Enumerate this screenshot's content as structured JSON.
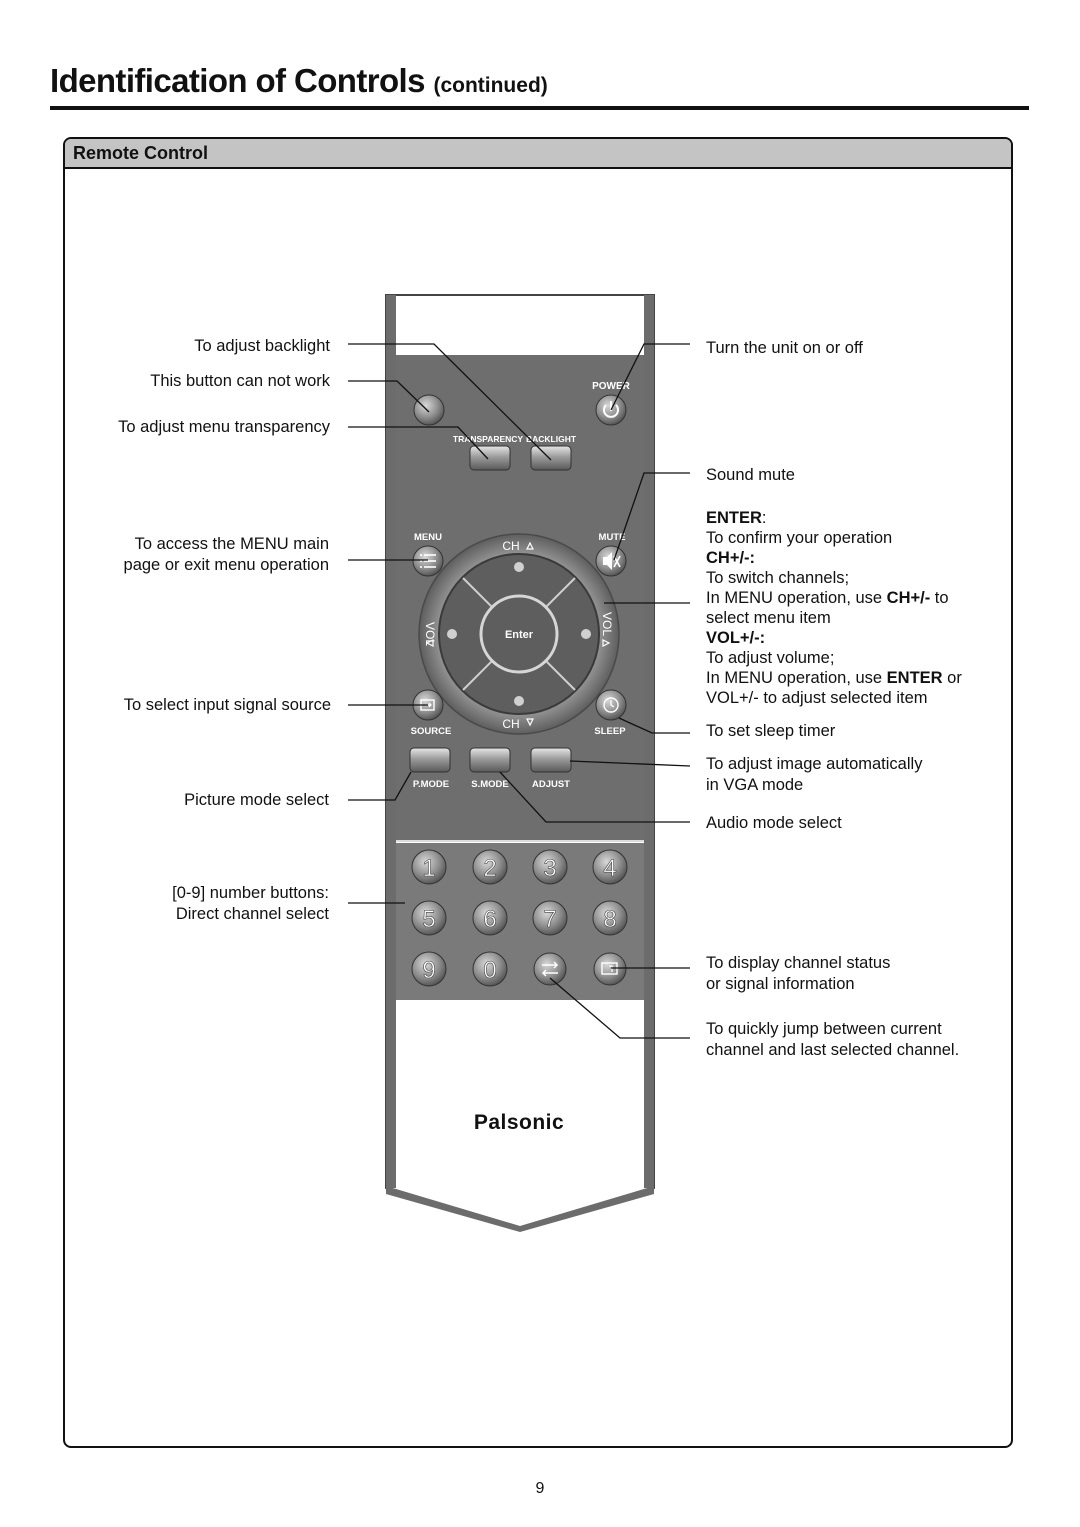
{
  "header": {
    "title": "Identification of Controls",
    "subtitle": "(continued)"
  },
  "section": {
    "title": "Remote Control"
  },
  "remote": {
    "labels": {
      "power": "POWER",
      "transparency": "TRANSPARENCY",
      "backlight": "BACKLIGHT",
      "menu": "MENU",
      "mute": "MUTE",
      "ch_up": "CH",
      "ch_down": "CH",
      "vol_minus": "VOL",
      "vol_plus": "VOL",
      "enter": "Enter",
      "source": "SOURCE",
      "sleep": "SLEEP",
      "pmode": "P.MODE",
      "smode": "S.MODE",
      "adjust": "ADJUST",
      "brand": "Palsonic"
    },
    "number_keys": [
      "1",
      "2",
      "3",
      "4",
      "5",
      "6",
      "7",
      "8",
      "9",
      "0"
    ]
  },
  "callouts": {
    "left": {
      "backlight": "To adjust backlight",
      "not_work": "This button can not work",
      "transparency": "To adjust menu transparency",
      "menu_1": "To access the MENU main",
      "menu_2": "page or exit menu operation",
      "source": "To select input signal source",
      "picture": "Picture mode select",
      "numbers_1": "[0-9] number buttons:",
      "numbers_2": "Direct channel select"
    },
    "right": {
      "power": "Turn the unit on or off",
      "mute": "Sound mute",
      "enter_head": "ENTER",
      "enter_colon": ":",
      "enter_desc": "To confirm your operation",
      "ch_head": "CH+/-:",
      "ch_desc1": "To switch channels;",
      "ch_desc2a": "In MENU operation, use ",
      "ch_desc2b": "CH+/-",
      "ch_desc2c": " to",
      "ch_desc3": "select menu item",
      "vol_head": "VOL+/-:",
      "vol_desc1": "To adjust volume;",
      "vol_desc2a": "In MENU operation, use ",
      "vol_desc2b": "ENTER",
      "vol_desc2c": " or",
      "vol_desc3": "VOL+/- to adjust selected item",
      "sleep": "To set sleep timer",
      "adjust_1": "To adjust image automatically",
      "adjust_2": "in VGA mode",
      "audio": "Audio mode select",
      "display_1": "To display channel status",
      "display_2": "or signal information",
      "recall_1": "To quickly jump between current",
      "recall_2": "channel and last selected channel."
    }
  },
  "footer": {
    "page_number": "9"
  }
}
